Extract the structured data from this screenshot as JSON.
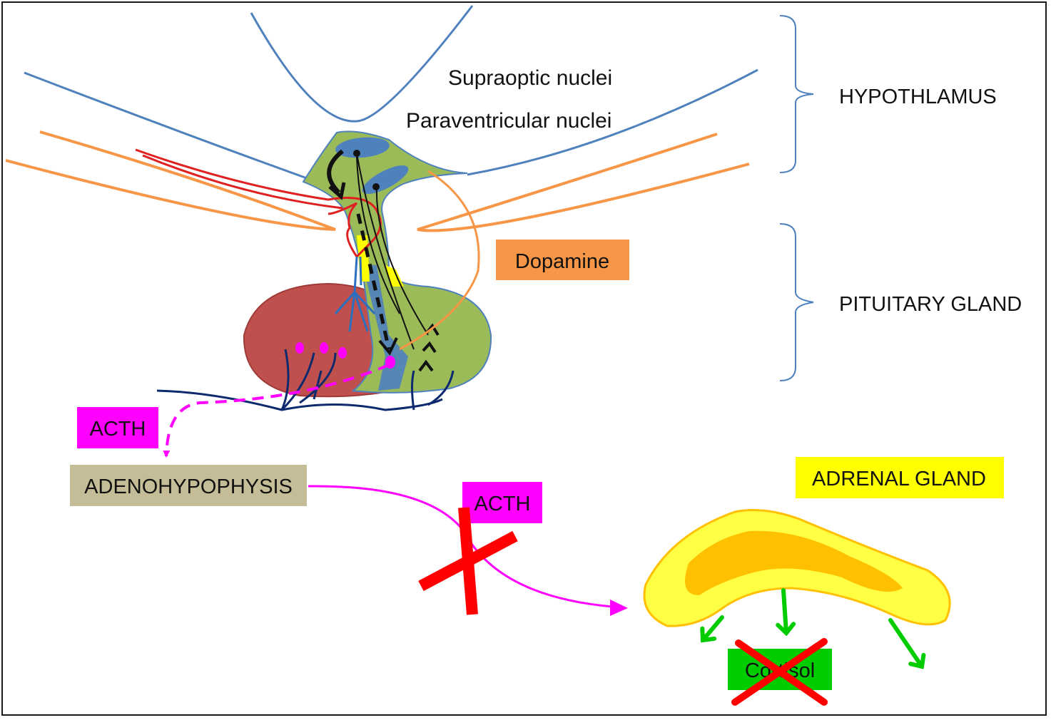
{
  "labels": {
    "supraoptic": "Supraoptic nuclei",
    "paraventricular": "Paraventricular nuclei",
    "hypothalamus": "HYPOTHLAMUS",
    "pituitary": "PITUITARY GLAND",
    "dopamine": "Dopamine",
    "acth_left": "ACTH",
    "adenohypophysis": "ADENOHYPOPHYSIS",
    "acth_middle": "ACTH",
    "adrenal": "ADRENAL GLAND",
    "cortisol": "Cortisol"
  },
  "colors": {
    "outline_blue": "#4f81bd",
    "orange": "#f79646",
    "green_gland": "#9bbb59",
    "red_lobe": "#c0504d",
    "magenta": "#ff00ff",
    "tan_box": "#c4bd97",
    "yellow": "#ffff00",
    "adrenal_inner": "#ffc000",
    "cortisol_green": "#00cc00",
    "cross_red": "#ff0000",
    "arrow_green": "#00cc00"
  }
}
